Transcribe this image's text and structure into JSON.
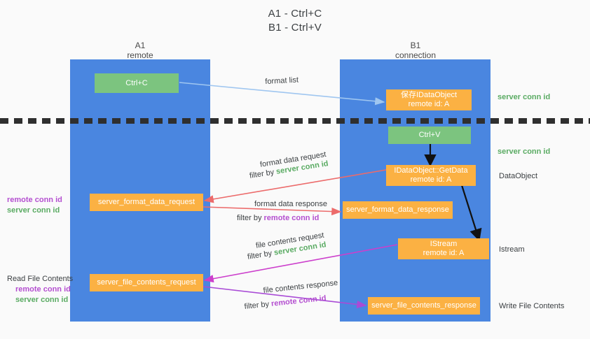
{
  "title": {
    "line1": "A1 - Ctrl+C",
    "line2": "B1 - Ctrl+V"
  },
  "columns": [
    {
      "name": "A1",
      "sub": "remote"
    },
    {
      "name": "B1",
      "sub": "connection"
    }
  ],
  "nodes": {
    "ctrl_c": "Ctrl+C",
    "ctrl_v": "Ctrl+V",
    "idataobject_title": "保存IDataObject",
    "idataobject_sub": "remote id: A",
    "getdata_title": "IDataObject::GetData",
    "getdata_sub": "remote id: A",
    "istream_title": "IStream",
    "istream_sub": "remote id: A",
    "server_format_data_request": "server_format_data_request",
    "server_format_data_response": "server_format_data_response",
    "server_file_contents_request": "server_file_contents_request",
    "server_file_contents_response": "server_file_contents_response"
  },
  "edge_labels": {
    "format_list": "format list",
    "format_data_request": "format data request",
    "format_data_response": "format data response",
    "file_contents_request": "file contents request",
    "file_contents_response": "file contents response",
    "filter_by": "filter by ",
    "server_conn_id": "server conn id",
    "remote_conn_id": "remote conn id"
  },
  "right_notes": {
    "server_conn_id_top": "server conn id",
    "server_conn_id_mid": "server conn id",
    "dataobject": "DataObject",
    "istream": "Istream",
    "write_file_contents": "Write File Contents"
  },
  "left_notes": {
    "remote_conn_id": "remote conn id",
    "server_conn_id": "server conn id",
    "read_file_contents": "Read File Contents"
  },
  "colors": {
    "lane": "#4a86e0",
    "orange": "#fbb143",
    "green": "#7cc47f",
    "arrow_blue": "#9fc6f0",
    "arrow_red": "#ec6b6b",
    "arrow_magenta": "#cc3fcc",
    "arrow_purple": "#a94bd6",
    "arrow_black": "#111111",
    "text_green": "#5aab63",
    "text_purple": "#b44fd0",
    "background": "#fafafa"
  }
}
